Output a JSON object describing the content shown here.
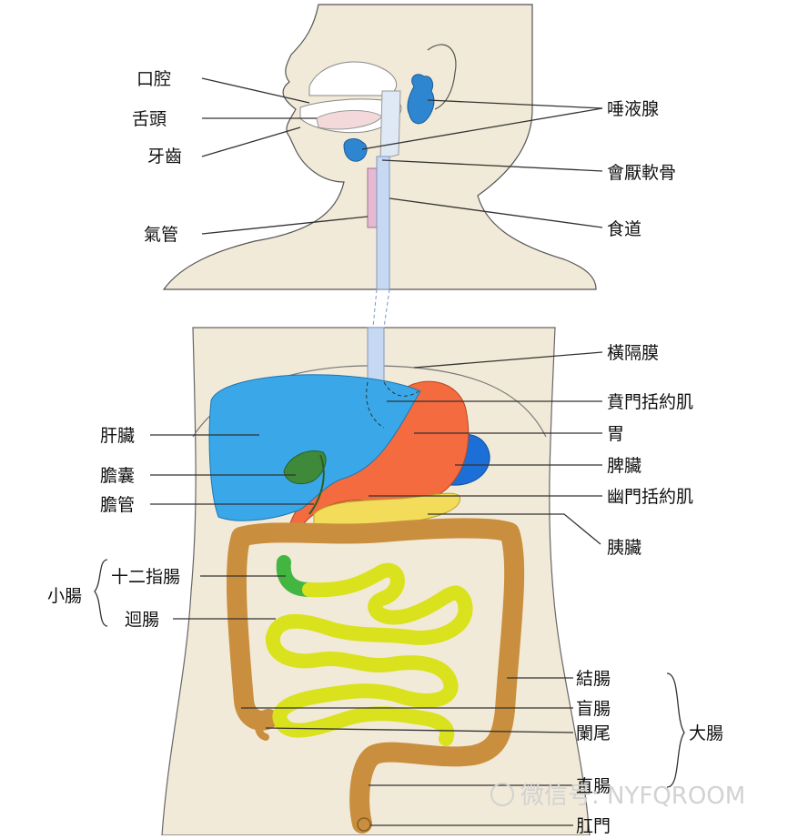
{
  "labels": {
    "mouth": "口腔",
    "tongue": "舌頭",
    "teeth": "牙齒",
    "trachea": "氣管",
    "salivary": "唾液腺",
    "epiglottis": "會厭軟骨",
    "esophagus": "食道",
    "diaphragm": "橫隔膜",
    "cardiac_sphincter": "賁門括約肌",
    "liver": "肝臟",
    "stomach": "胃",
    "spleen": "脾臟",
    "gallbladder": "膽囊",
    "bile_duct": "膽管",
    "pyloric_sphincter": "幽門括約肌",
    "pancreas": "胰臟",
    "small_intestine": "小腸",
    "duodenum": "十二指腸",
    "ileum": "迴腸",
    "colon": "結腸",
    "cecum": "盲腸",
    "appendix": "闌尾",
    "large_intestine": "大腸",
    "rectum": "直腸",
    "anus": "肛門"
  },
  "watermark": "微信号: NYFQROOM",
  "colors": {
    "skin": "#f2ead8",
    "liver": "#3aa8e8",
    "stomach": "#f36b3f",
    "spleen": "#1b6fd6",
    "gallbladder": "#3f8a3a",
    "pancreas": "#f2dc5a",
    "small_intestine": "#d9e21d",
    "duodenum": "#43b642",
    "large_intestine": "#c98f3e",
    "esophagus": "#c7d8f2",
    "trachea": "#e6b9d3",
    "salivary": "#2f86d0"
  }
}
